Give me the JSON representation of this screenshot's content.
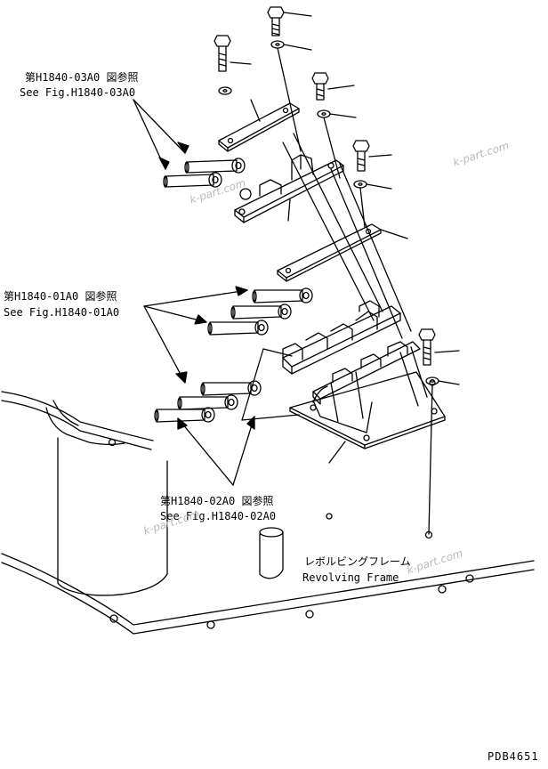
{
  "callouts": {
    "ref_03a0_jp": "第H1840-03A0 図参照",
    "ref_03a0_en": "See Fig.H1840-03A0",
    "ref_01a0_jp": "第H1840-01A0 図参照",
    "ref_01a0_en": "See Fig.H1840-01A0",
    "ref_02a0_jp": "第H1840-02A0 図参照",
    "ref_02a0_en": "See Fig.H1840-02A0"
  },
  "frame_label": {
    "jp": "レボルビングフレーム",
    "en": "Revolving Frame"
  },
  "drawing_code": "PDB4651",
  "watermark": "k-part.com",
  "colors": {
    "ink": "#000000",
    "watermark": "#b9b9b9",
    "paper": "#ffffff"
  }
}
